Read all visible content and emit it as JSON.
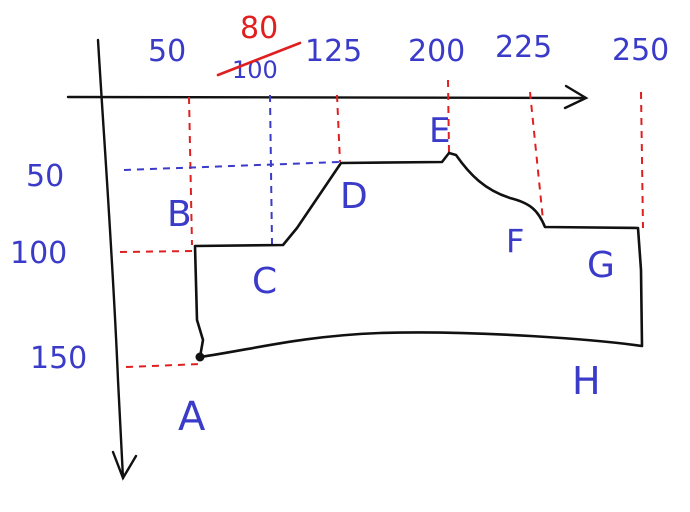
{
  "sketch": {
    "x_axis_ticks": [
      "50",
      "100",
      "125",
      "200",
      "225",
      "250"
    ],
    "x_axis_correction": "80",
    "y_axis_ticks": [
      "50",
      "100",
      "150"
    ],
    "points": {
      "A": "A",
      "B": "B",
      "C": "C",
      "D": "D",
      "E": "E",
      "F": "F",
      "G": "G",
      "H": "H"
    },
    "colors": {
      "ink": "#111111",
      "guides": "#e02020",
      "labels": "#3b3bc9"
    }
  }
}
